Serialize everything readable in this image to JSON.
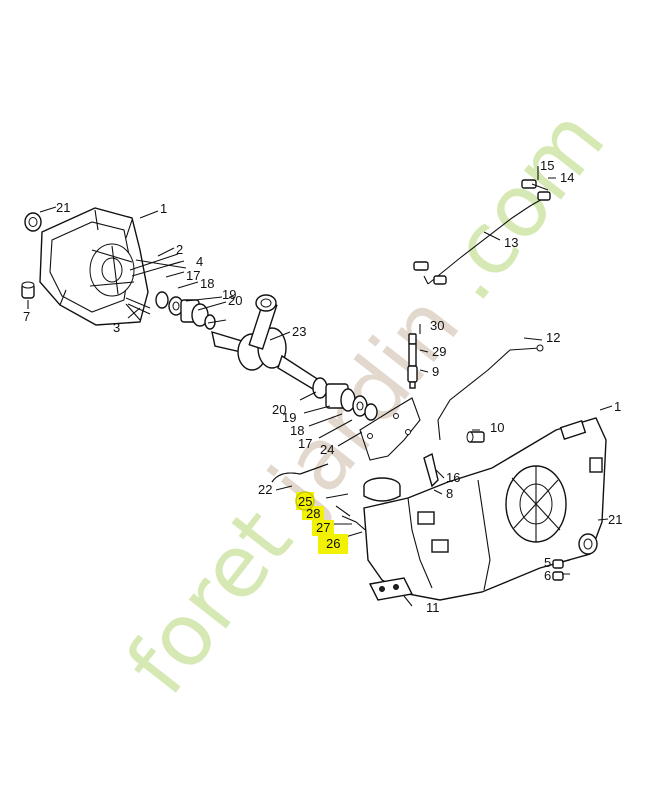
{
  "watermark": {
    "green_part": "foret",
    "text_rest": "jardin",
    "dom": ".com",
    "green": "#b6d77a",
    "tan": "#c9b29a"
  },
  "highlight_color": "#f2f200",
  "callouts": {
    "l21a": "21",
    "l1a": "1",
    "l2": "2",
    "l4": "4",
    "l17a": "17",
    "l18a": "18",
    "l19a": "19",
    "l20a": "20",
    "l7": "7",
    "l3": "3",
    "l23": "23",
    "l20b": "20",
    "l19b": "19",
    "l18b": "18",
    "l17b": "17",
    "l24": "24",
    "l15": "15",
    "l14": "14",
    "l13": "13",
    "l12": "12",
    "l30": "30",
    "l29": "29",
    "l9": "9",
    "l10": "10",
    "l1b": "1",
    "l16": "16",
    "l8": "8",
    "l22": "22",
    "l25": "25",
    "l28": "28",
    "l27": "27",
    "l26": "26",
    "l21b": "21",
    "l5": "5",
    "l6": "6",
    "l11": "11"
  }
}
